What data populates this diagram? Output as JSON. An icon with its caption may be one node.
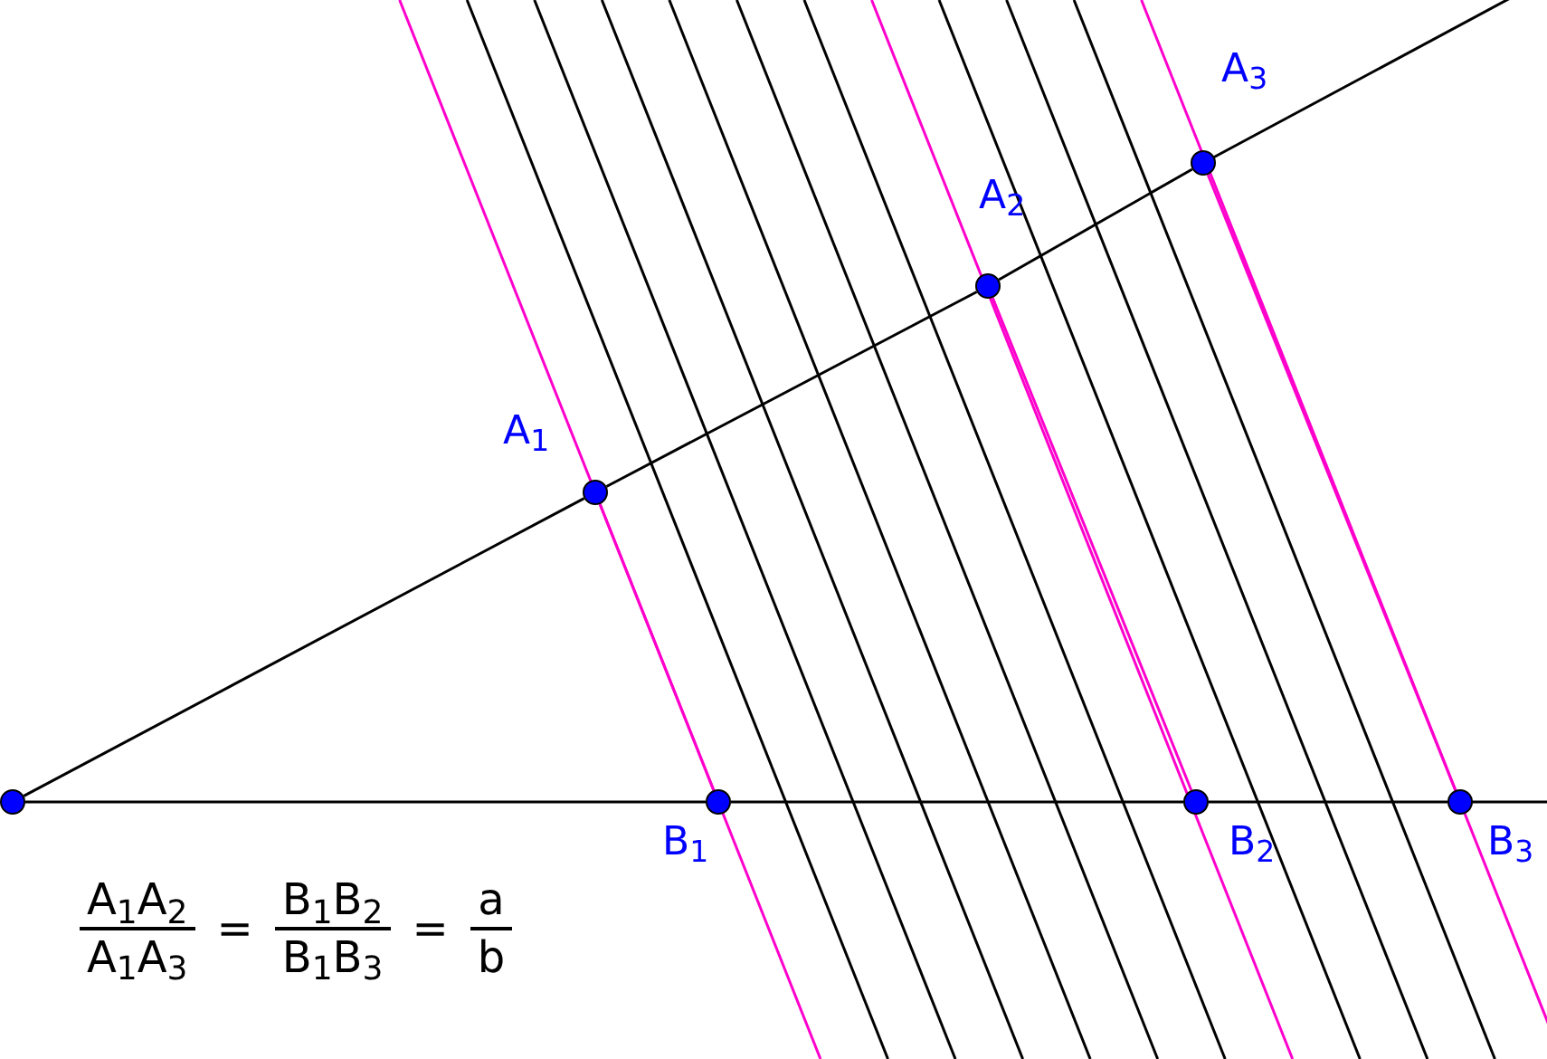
{
  "diagram": {
    "nodes": [
      {
        "text": [],
        "shape": "circle"
      },
      {
        "text": [],
        "shape": "circle",
        "beside": [
          "A$_{1}$"
        ]
      },
      {
        "text": [],
        "shape": "circle",
        "beside": [
          "A$_{2}$"
        ]
      },
      {
        "text": [],
        "shape": "circle",
        "beside": [
          "A$_{3}$"
        ]
      },
      {
        "text": [],
        "shape": "circle",
        "beside": [
          "B$_{1}$"
        ]
      },
      {
        "text": [],
        "shape": "circle",
        "beside": [
          "B$_{2}$"
        ]
      },
      {
        "text": [],
        "shape": "circle",
        "beside": [
          "B$_{3}$"
        ]
      }
    ],
    "edges": [
      {
        "from": 0,
        "to": 1,
        "arrow": "none"
      },
      {
        "from": 1,
        "to": 2,
        "arrow": "none"
      },
      {
        "from": 2,
        "to": 3,
        "arrow": "none"
      },
      {
        "from": 0,
        "to": 4,
        "arrow": "none"
      },
      {
        "from": 4,
        "to": 5,
        "arrow": "none"
      },
      {
        "from": 5,
        "to": 6,
        "arrow": "none"
      },
      {
        "from": 1,
        "to": 4,
        "arrow": "none",
        "color": "#ff00cc"
      },
      {
        "from": 2,
        "to": 5,
        "arrow": "none",
        "color": "#ff00cc"
      },
      {
        "from": 3,
        "to": 6,
        "arrow": "none",
        "color": "#ff00cc"
      }
    ],
    "labels": [
      "A$_{1}$A$_{2}$",
      "A$_{1}$A$_{3}$",
      "=",
      "B$_{1}$B$_{2}$",
      "B$_{1}$B$_{3}$",
      "=",
      "a",
      "b"
    ]
  }
}
